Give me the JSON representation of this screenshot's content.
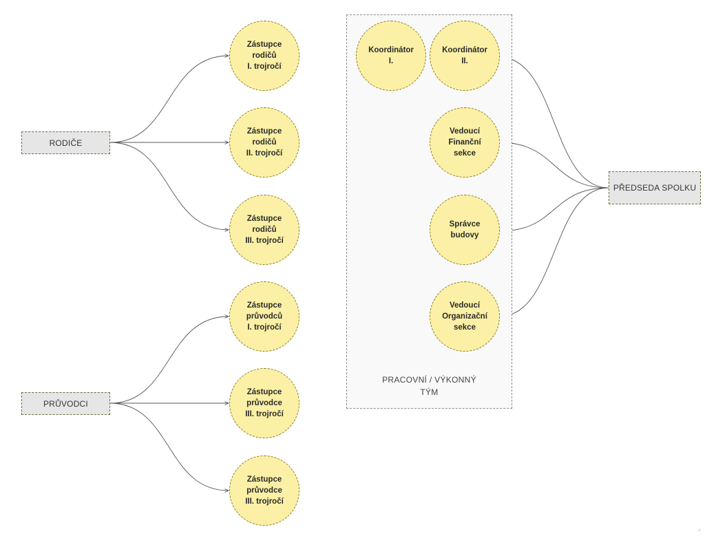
{
  "diagram": {
    "team_label": "PRACOVNÍ / VÝKONNÝ\nTÝM",
    "boxes": [
      {
        "id": "rodice",
        "label": "RODIČE"
      },
      {
        "id": "pruvodci",
        "label": "PRŮVODCI"
      },
      {
        "id": "predseda",
        "label": "PŘEDSEDA SPOLKU"
      }
    ],
    "circles": [
      {
        "id": "zr1",
        "label": "Zástupce\nrodičů\nI. trojročí"
      },
      {
        "id": "zr2",
        "label": "Zástupce\nrodičů\nII. trojročí"
      },
      {
        "id": "zr3",
        "label": "Zástupce\nrodičů\nIII. trojročí"
      },
      {
        "id": "zp1",
        "label": "Zástupce\nprůvodců\nI. trojročí"
      },
      {
        "id": "zp2",
        "label": "Zástupce\nprůvodce\nIII. trojročí"
      },
      {
        "id": "zp3",
        "label": "Zástupce\nprůvodce\nIII. trojročí"
      },
      {
        "id": "k1",
        "label": "Koordinátor\nI."
      },
      {
        "id": "k2",
        "label": "Koordinátor\nII."
      },
      {
        "id": "vfs",
        "label": "Vedoucí\nFinanční\nsekce"
      },
      {
        "id": "sb",
        "label": "Správce\nbudovy"
      },
      {
        "id": "vos",
        "label": "Vedoucí\nOrganizační\nsekce"
      }
    ],
    "edges": [
      {
        "from": "rodice",
        "to": "zr1"
      },
      {
        "from": "rodice",
        "to": "zr2"
      },
      {
        "from": "rodice",
        "to": "zr3"
      },
      {
        "from": "pruvodci",
        "to": "zp1"
      },
      {
        "from": "pruvodci",
        "to": "zp2"
      },
      {
        "from": "pruvodci",
        "to": "zp3"
      },
      {
        "from": "predseda",
        "to": "k2"
      },
      {
        "from": "predseda",
        "to": "vfs"
      },
      {
        "from": "predseda",
        "to": "sb"
      },
      {
        "from": "predseda",
        "to": "vos"
      }
    ],
    "colors": {
      "circle_fill": "#fbf0a5",
      "box_fill": "#e6e6e6",
      "edge": "#555555"
    }
  }
}
